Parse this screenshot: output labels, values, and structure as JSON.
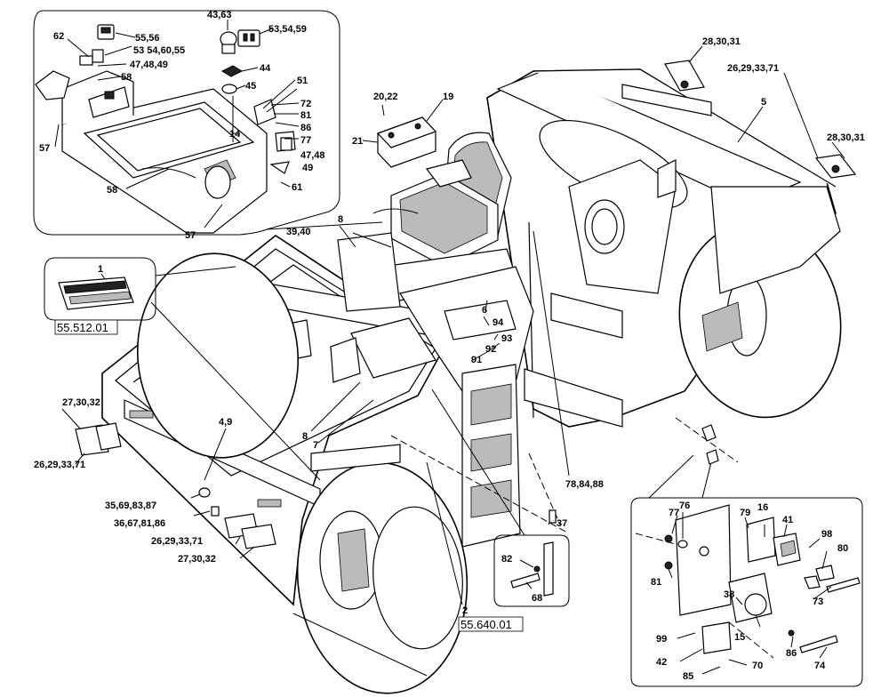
{
  "labels": {
    "l_62": "62",
    "l_55_56": "55,56",
    "l_53_54_60_55": "53 54,60,55",
    "l_47_48_49_top": "47,48,49",
    "l_58_top": "58",
    "l_57_left": "57",
    "l_58_mid": "58",
    "l_57_bottom": "57",
    "l_43_63": "43,63",
    "l_53_54_59": "53,54,59",
    "l_44": "44",
    "l_45": "45",
    "l_51": "51",
    "l_72": "72",
    "l_81_top": "81",
    "l_86_top": "86",
    "l_77_top": "77",
    "l_14": "14",
    "l_47_48_right": "47,48",
    "l_49": "49",
    "l_61": "61",
    "l_20_22": "20,22",
    "l_19": "19",
    "l_21": "21",
    "l_28_30_31_top": "28,30,31",
    "l_26_29_33_71_top": "26,29,33,71",
    "l_5": "5",
    "l_28_30_31_right": "28,30,31",
    "l_8_top": "8",
    "l_39_40": "39,40",
    "l_1": "1",
    "l_ref_55_512": "55.512.01",
    "l_6": "6",
    "l_94": "94",
    "l_93": "93",
    "l_92": "92",
    "l_91": "91",
    "l_27_30_32_left": "27,30,32",
    "l_4_9": "4,9",
    "l_26_29_33_71_left": "26,29,33,71",
    "l_8_low": "8",
    "l_7": "7",
    "l_78_84_88": "78,84,88",
    "l_35_69": "35,69,83,87",
    "l_36_67": "36,67,81,86",
    "l_26_29_bottom": "26,29,33,71",
    "l_27_30_32_bottom": "27,30,32",
    "l_37": "37",
    "l_82": "82",
    "l_68": "68",
    "l_2": "2",
    "l_ref_55_640": "55.640.01",
    "l_77_det": "77",
    "l_76": "76",
    "l_79": "79",
    "l_16": "16",
    "l_41": "41",
    "l_98": "98",
    "l_80": "80",
    "l_81_det": "81",
    "l_73": "73",
    "l_38": "38",
    "l_15": "15",
    "l_86_det": "86",
    "l_99": "99",
    "l_42": "42",
    "l_85": "85",
    "l_70": "70",
    "l_74": "74"
  }
}
